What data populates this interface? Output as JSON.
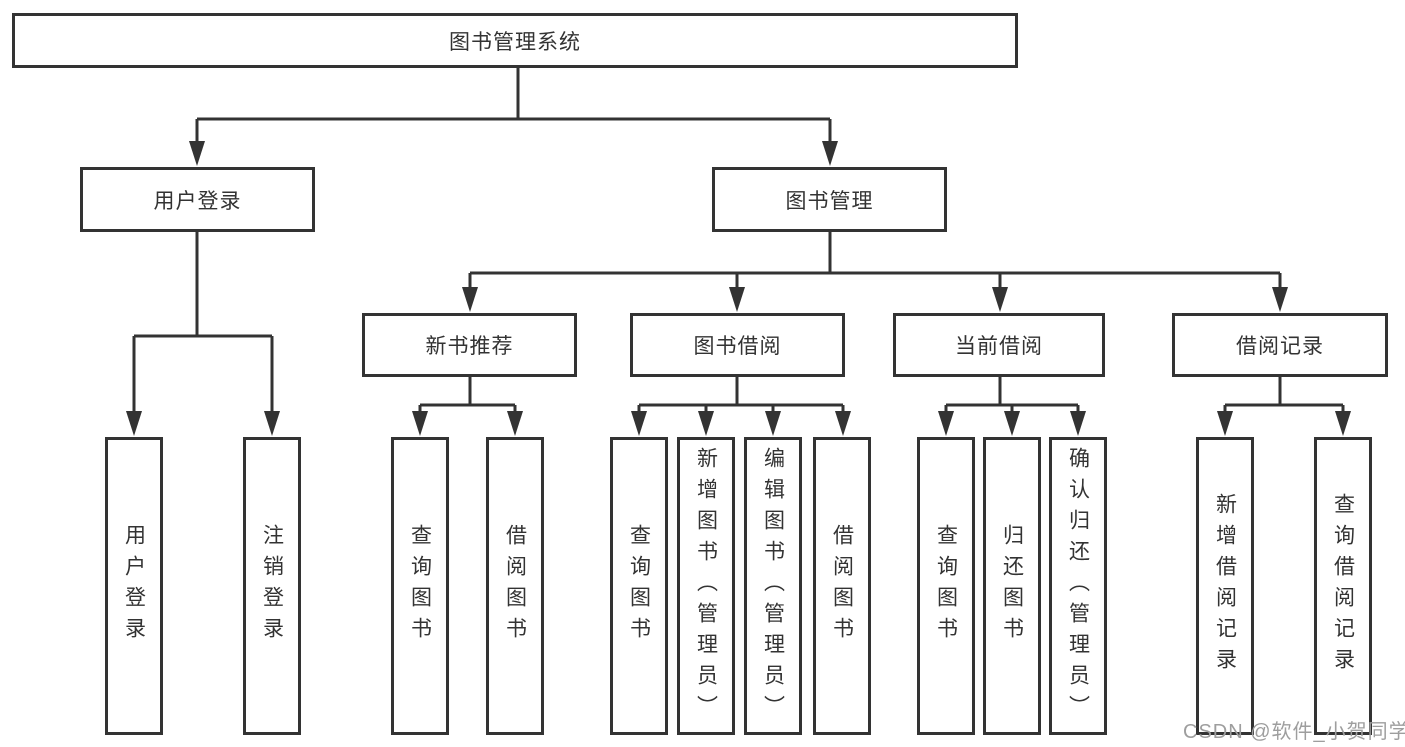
{
  "diagram": {
    "tree": {
      "root": {
        "label": "图书管理系统"
      },
      "children": [
        {
          "label": "用户登录",
          "children": [
            {
              "label": "用户登录"
            },
            {
              "label": "注销登录"
            }
          ]
        },
        {
          "label": "图书管理",
          "children": [
            {
              "label": "新书推荐",
              "children": [
                {
                  "label": "查询图书"
                },
                {
                  "label": "借阅图书"
                }
              ]
            },
            {
              "label": "图书借阅",
              "children": [
                {
                  "label": "查询图书"
                },
                {
                  "label": "新增图书（管理员）"
                },
                {
                  "label": "编辑图书（管理员）"
                },
                {
                  "label": "借阅图书"
                }
              ]
            },
            {
              "label": "当前借阅",
              "children": [
                {
                  "label": "查询图书"
                },
                {
                  "label": "归还图书"
                },
                {
                  "label": "确认归还（管理员）"
                }
              ]
            },
            {
              "label": "借阅记录",
              "children": [
                {
                  "label": "新增借阅记录"
                },
                {
                  "label": "查询借阅记录"
                }
              ]
            }
          ]
        }
      ]
    }
  },
  "watermark": {
    "text": "CSDN @软件_小贺同学"
  },
  "colors": {
    "line": "#333333",
    "text": "#333333",
    "watermark": "#9e9e9e",
    "background": "#ffffff"
  }
}
